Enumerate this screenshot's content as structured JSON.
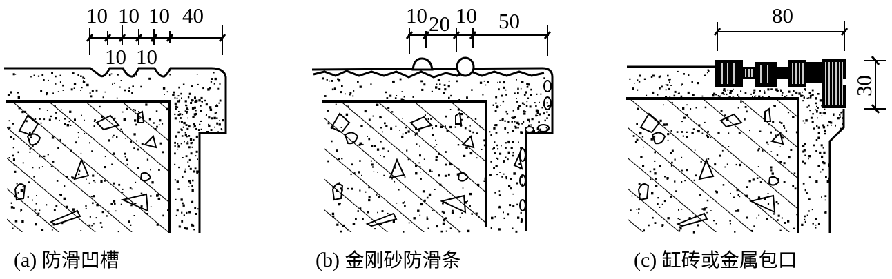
{
  "figure": {
    "type": "stair-tread anti-slip nosing details",
    "colors": {
      "ink": "#000000",
      "paper": "#ffffff"
    }
  },
  "panels": [
    {
      "id": "a",
      "caption_tag": "(a)",
      "caption_text": "防滑凹槽",
      "dimensions_top_row": [
        "10",
        "10",
        "10",
        "40"
      ],
      "dimensions_bottom_row": [
        "10",
        "10"
      ],
      "feature": "grooves"
    },
    {
      "id": "b",
      "caption_tag": "(b)",
      "caption_text": "金刚砂防滑条",
      "dimensions_top_row": [
        "10",
        "20",
        "10",
        "50"
      ],
      "feature": "carborundum-strips"
    },
    {
      "id": "c",
      "caption_tag": "(c)",
      "caption_text": "缸砖或金属包口",
      "dimension_width": "80",
      "dimension_height": "30",
      "feature": "tile-or-metal-nosing"
    }
  ]
}
